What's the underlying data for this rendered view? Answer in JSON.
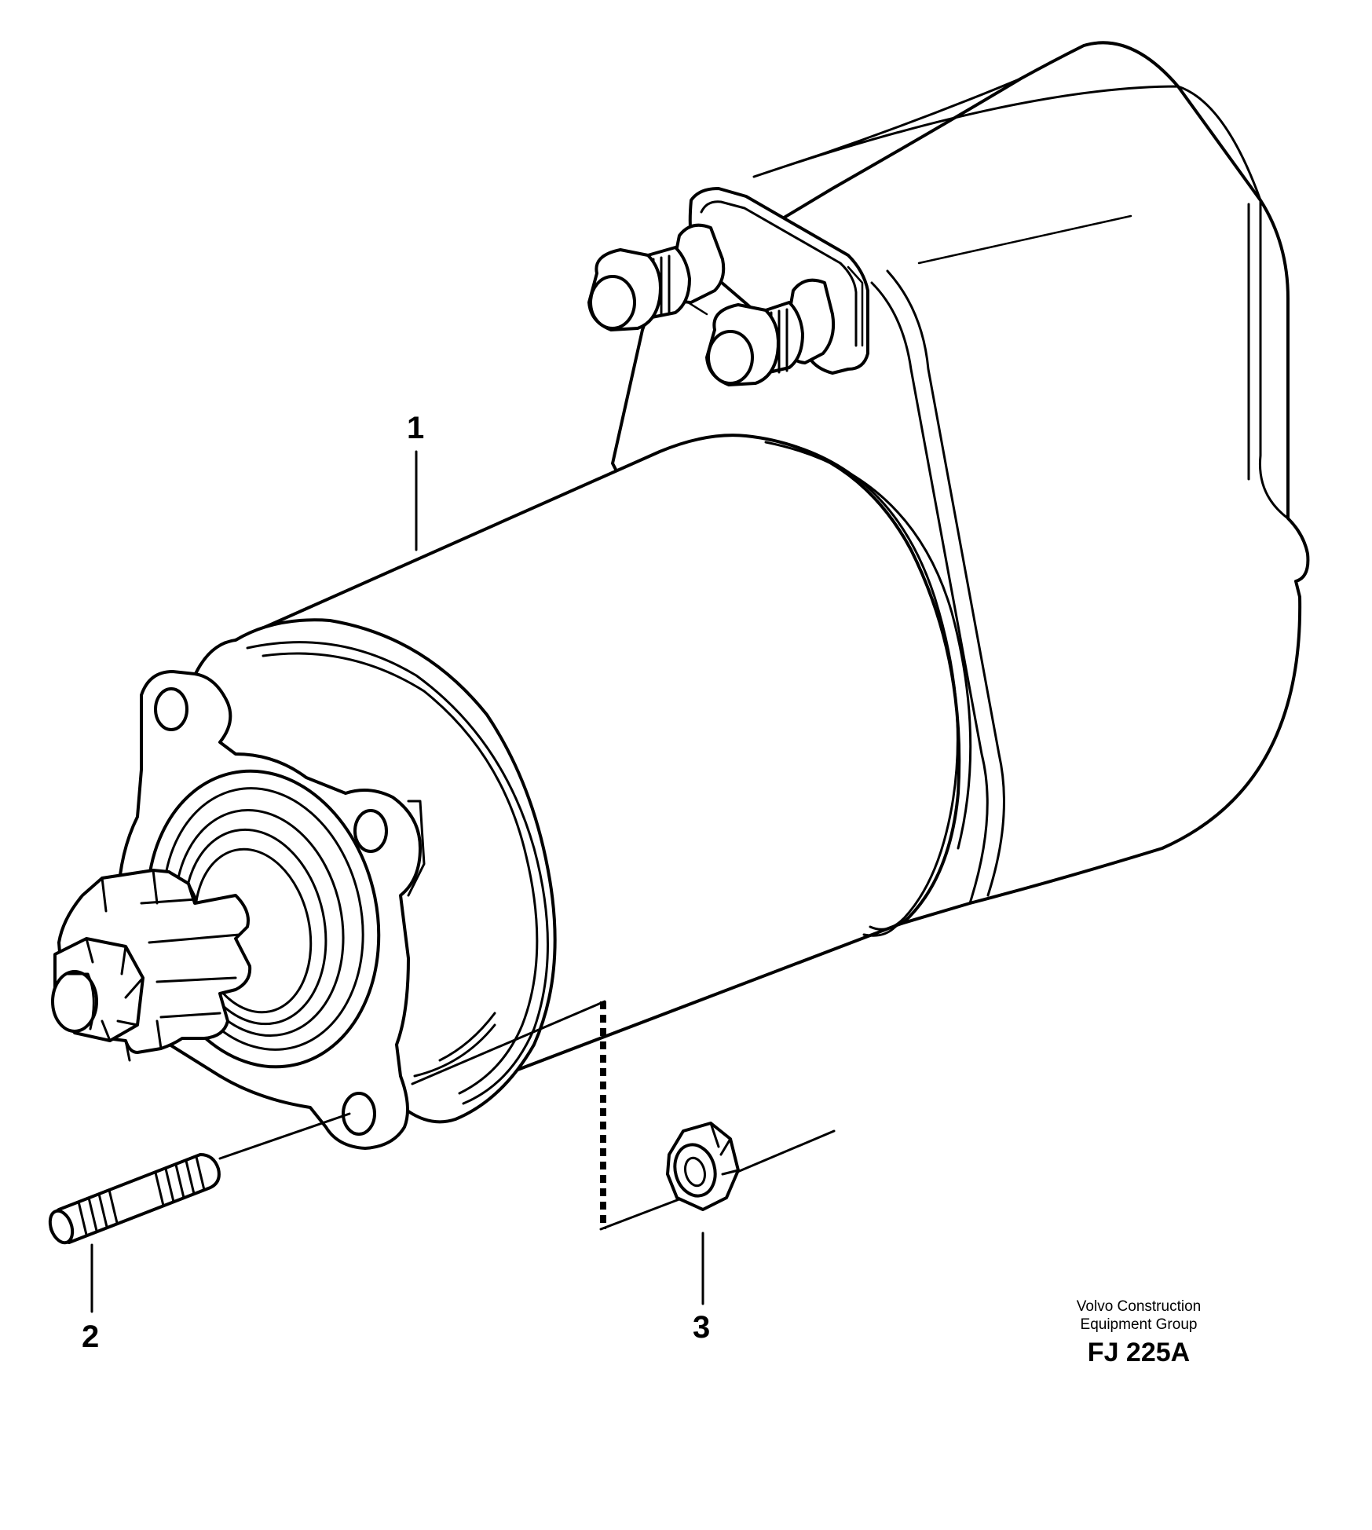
{
  "figure": {
    "callouts": [
      {
        "id": "1",
        "label": "1"
      },
      {
        "id": "2",
        "label": "2"
      },
      {
        "id": "3",
        "label": "3"
      }
    ],
    "credit": {
      "line1": "Volvo Construction",
      "line2": "Equipment Group",
      "code": "FJ 225A"
    },
    "parts": [
      {
        "callout": "1",
        "name": "starter-motor"
      },
      {
        "callout": "2",
        "name": "stud"
      },
      {
        "callout": "3",
        "name": "nut"
      }
    ]
  }
}
